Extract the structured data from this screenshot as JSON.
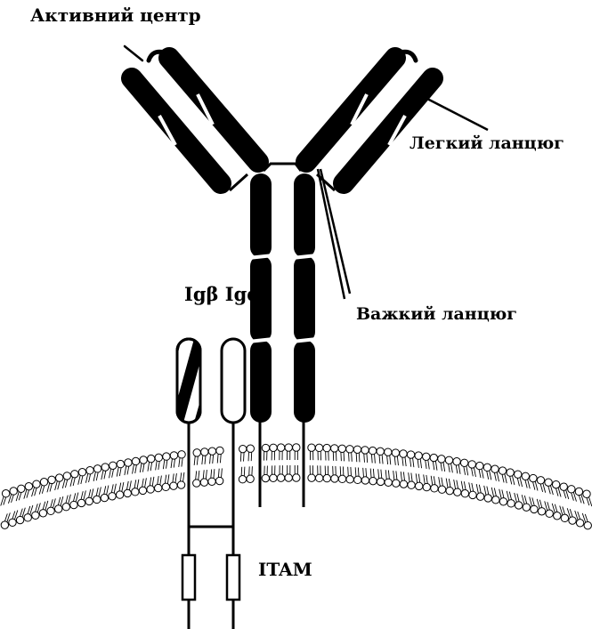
{
  "labels": {
    "active_center": "Активний центр",
    "light_chain": "Легкий ланцюг",
    "heavy_chain": "Важкий ланцюг",
    "ig_beta_alpha": "Igβ Igα",
    "itam": "ITAM"
  },
  "colors": {
    "ink": "#000000",
    "background": "#ffffff"
  }
}
